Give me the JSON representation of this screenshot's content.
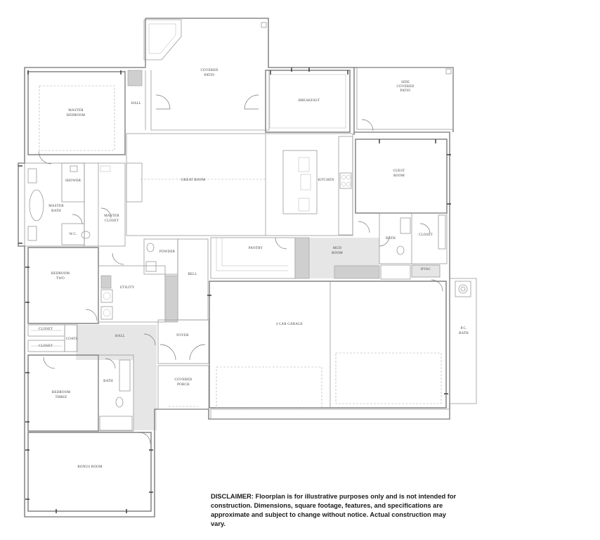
{
  "rooms": {
    "covered_patio": [
      "COVERED",
      "PATIO"
    ],
    "breakfast": "BREAKFAST",
    "side_covered_patio": [
      "SIDE",
      "COVERED",
      "PATIO"
    ],
    "master_bedroom": [
      "MASTER",
      "BEDROOM"
    ],
    "hall_top": "HALL",
    "shower": "SHOWER",
    "master_bath": [
      "MASTER",
      "BATH"
    ],
    "master_closet": [
      "MASTER",
      "CLOSET"
    ],
    "wc": "W.C.",
    "great_room": "GREAT ROOM",
    "kitchen": "KITCHEN",
    "guest_room": [
      "GUEST",
      "ROOM"
    ],
    "guest_bath": "BATH",
    "guest_closet": "CLOSET",
    "powder": "POWDER",
    "pantry": "PANTRY",
    "mud_room": [
      "MUD",
      "ROOM"
    ],
    "hvac": "HVAC",
    "bedroom_two": [
      "BEDROOM",
      "TWO"
    ],
    "utility": "UTILITY",
    "bell": "BELL",
    "closet_upper": "CLOSET",
    "closet_lower": "CLOSET",
    "coats": "COATS",
    "hall_mid": "HALL",
    "foyer": "FOYER",
    "garage": "4 CAR GARAGE",
    "pc_bath": [
      "P.C.",
      "BATH"
    ],
    "bath_three": "BATH",
    "bedroom_three": [
      "BEDROOM",
      "THREE"
    ],
    "covered_porch": [
      "COVERED",
      "PORCH"
    ],
    "bonus_room": "BONUS ROOM"
  },
  "disclaimer": "DISCLAIMER: Floorplan is for illustrative purposes only and is not intended for construction. Dimensions, square footage, features, and specifications are approximate and subject to change without notice. Actual construction may vary."
}
